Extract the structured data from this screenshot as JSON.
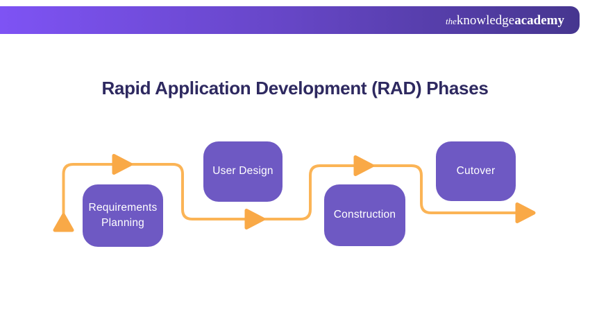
{
  "brand": {
    "logo_the": "the",
    "logo_knowledge": "knowledge",
    "logo_academy": "academy"
  },
  "title": "Rapid Application Development (RAD) Phases",
  "diagram": {
    "flow_order": [
      "Requirements Planning",
      "User Design",
      "Construction",
      "Cutover"
    ],
    "phases": [
      {
        "label": "Requirements Planning"
      },
      {
        "label": "User Design"
      },
      {
        "label": "Construction"
      },
      {
        "label": "Cutover"
      }
    ],
    "colors": {
      "phase_box": "#6E59C3",
      "connector_line": "#FBB456",
      "arrow": "#F9A947",
      "banner_gradient_start": "#7E53F4",
      "banner_gradient_end": "#46368F",
      "title_text": "#2E2960"
    }
  }
}
